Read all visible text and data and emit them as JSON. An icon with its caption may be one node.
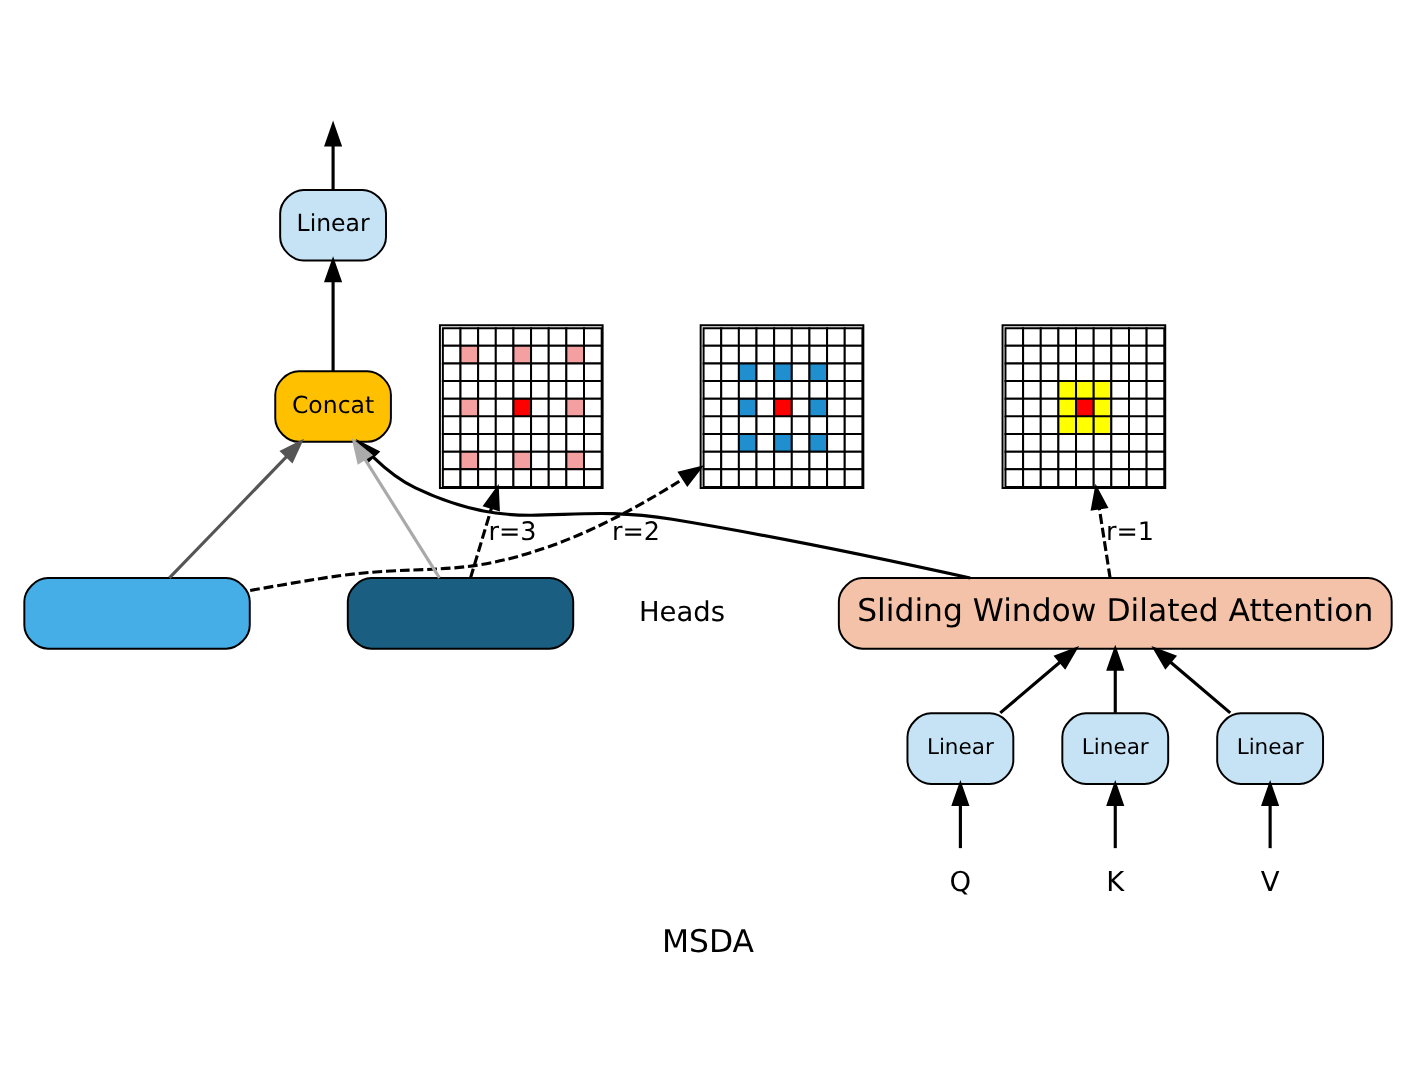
{
  "diagram": {
    "caption": "MSDA",
    "nodes": [
      {
        "text": [
          "Linear"
        ]
      },
      {
        "text": [
          "Concat"
        ]
      },
      {
        "text": [
          "Sliding Window Dilated Attention"
        ]
      },
      {
        "text": [],
        "shape": "box"
      },
      {
        "text": [],
        "shape": "box"
      },
      {
        "text": [
          "Linear"
        ]
      },
      {
        "text": [
          "Linear"
        ]
      },
      {
        "text": [
          "Linear"
        ]
      },
      {
        "text": [
          "Q"
        ]
      },
      {
        "text": [
          "K"
        ]
      },
      {
        "text": [
          "V"
        ]
      },
      {
        "text": [],
        "shape": "picture"
      },
      {
        "text": [],
        "shape": "picture"
      },
      {
        "text": [],
        "shape": "picture"
      }
    ],
    "edges": [
      {
        "from": 0,
        "to": null,
        "arrow": "to"
      },
      {
        "from": 1,
        "to": 0,
        "arrow": "to"
      },
      {
        "from": 2,
        "to": 1,
        "arrow": "to"
      },
      {
        "from": 3,
        "to": 1,
        "arrow": "to",
        "color": "#555555"
      },
      {
        "from": 4,
        "to": 1,
        "arrow": "to",
        "color": "#aaaaaa"
      },
      {
        "from": 5,
        "to": 2,
        "arrow": "to"
      },
      {
        "from": 6,
        "to": 2,
        "arrow": "to"
      },
      {
        "from": 7,
        "to": 2,
        "arrow": "to"
      },
      {
        "from": 8,
        "to": 5,
        "arrow": "to"
      },
      {
        "from": 9,
        "to": 6,
        "arrow": "to"
      },
      {
        "from": 10,
        "to": 7,
        "arrow": "to"
      },
      {
        "from": 4,
        "to": 11,
        "arrow": "to",
        "style": "dashed",
        "label": "r=3"
      },
      {
        "from": 3,
        "to": 12,
        "arrow": "to",
        "style": "dashed",
        "label": "r=2"
      },
      {
        "from": 2,
        "to": 13,
        "arrow": "to",
        "style": "dashed",
        "label": "r=1"
      }
    ],
    "labels": [
      "Heads"
    ]
  }
}
